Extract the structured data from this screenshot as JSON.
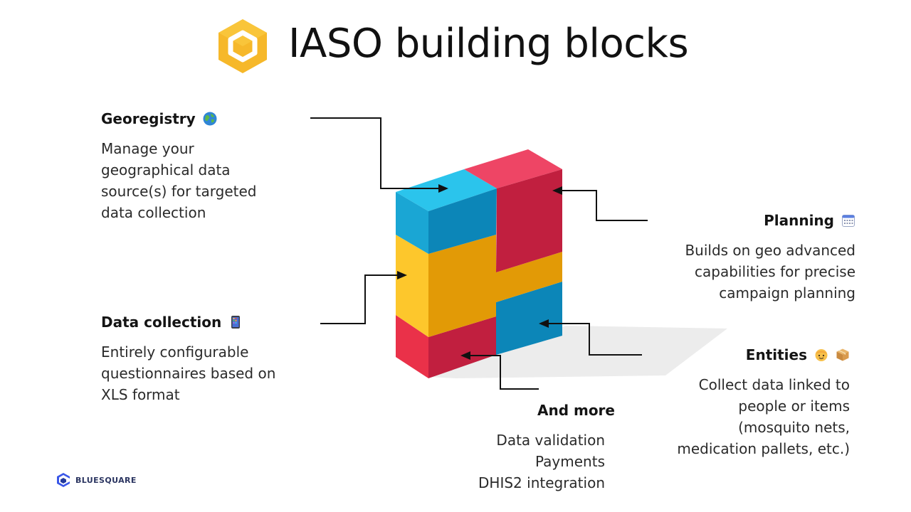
{
  "title": "IASO building blocks",
  "brand": "BLUESQUARE",
  "blocks": {
    "georegistry": {
      "heading": "Georegistry",
      "icon": "globe-icon",
      "lines": [
        "Manage your",
        "geographical data",
        "source(s) for targeted",
        "data collection"
      ]
    },
    "data_collection": {
      "heading": "Data collection",
      "icon": "mobile-phone-icon",
      "lines": [
        "Entirely configurable",
        "questionnaires based on",
        "XLS format"
      ]
    },
    "planning": {
      "heading": "Planning",
      "icon": "calendar-icon",
      "lines": [
        "Builds on geo advanced",
        "capabilities for precise",
        "campaign planning"
      ]
    },
    "entities": {
      "heading": "Entities",
      "icons": [
        "person-icon",
        "package-icon"
      ],
      "lines": [
        "Collect data linked to",
        "people or items",
        "(mosquito nets,",
        "medication pallets, etc.)"
      ]
    },
    "and_more": {
      "heading": "And more",
      "lines": [
        "Data validation",
        "Payments",
        "DHIS2 integration"
      ]
    }
  },
  "colors": {
    "blue_front": "#0c86b8",
    "blue_top": "#2bc4ec",
    "blue_side": "#1aa6d4",
    "red_front": "#c11f3f",
    "red_top": "#ee4565",
    "red_side": "#ea3149",
    "yellow_front": "#e29a06",
    "yellow_side": "#fdc72c",
    "shadow": "#ececec",
    "arrow": "#111111"
  }
}
